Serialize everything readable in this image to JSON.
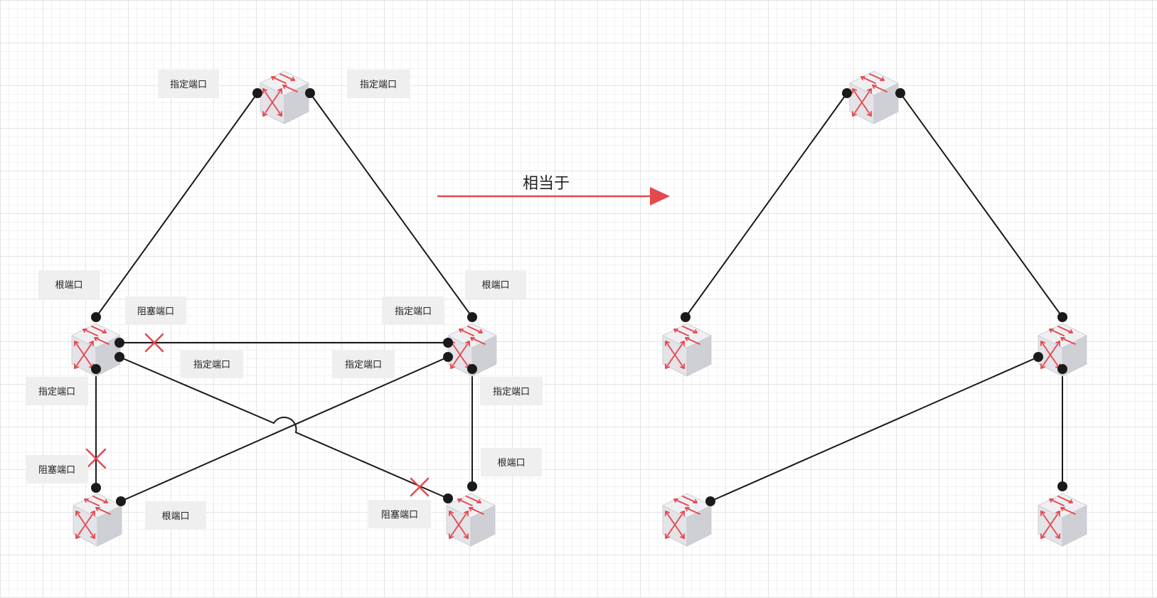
{
  "colors": {
    "accent": "#e5484d",
    "line": "#1a1a1a",
    "label_bg": "#efefef",
    "switch_top": "#f0f0f3",
    "switch_left": "#e3e3e8",
    "switch_right": "#cfd0d6"
  },
  "icons": {
    "switch": "network-switch-icon",
    "blocked": "cross-mark-icon"
  },
  "labels": {
    "designated_port": "指定端口",
    "root_port": "根端口",
    "blocked_port": "阻塞端口"
  },
  "arrow": {
    "label": "相当于"
  }
}
